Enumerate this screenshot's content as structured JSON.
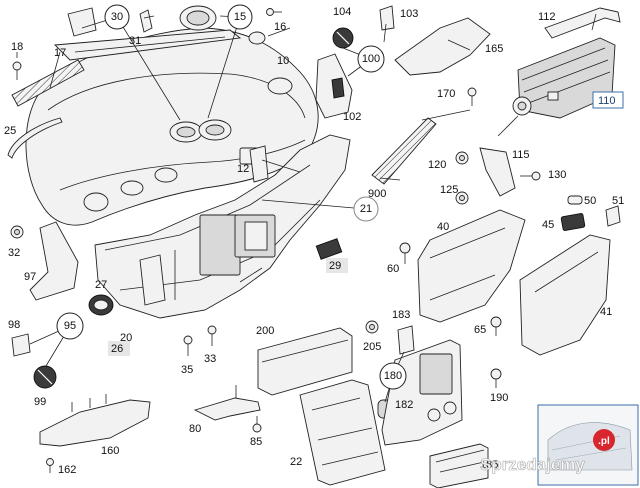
{
  "labels": {
    "l10": "10",
    "l12": "12",
    "l15": "15",
    "l16": "16",
    "l17": "17",
    "l18": "18",
    "l20": "20",
    "l21": "21",
    "l22": "22",
    "l25": "25",
    "l26": "26",
    "l27": "27",
    "l29": "29",
    "l30": "30",
    "l31": "31",
    "l32": "32",
    "l33": "33",
    "l35": "35",
    "l40": "40",
    "l41": "41",
    "l45": "45",
    "l50": "50",
    "l51": "51",
    "l60": "60",
    "l65": "65",
    "l80": "80",
    "l85": "85",
    "l95": "95",
    "l97": "97",
    "l98": "98",
    "l99": "99",
    "l100": "100",
    "l102": "102",
    "l103": "103",
    "l104": "104",
    "l110": "110",
    "l112": "112",
    "l115": "115",
    "l120": "120",
    "l125": "125",
    "l130": "130",
    "l160": "160",
    "l162": "162",
    "l165": "165",
    "l170": "170",
    "l180": "180",
    "l182": "182",
    "l183": "183",
    "l185": "185",
    "l190": "190",
    "l200": "200",
    "l205": "205",
    "l900": "900"
  },
  "watermark": "Sprzedajemy",
  "watermark_domain": ".pl",
  "colors": {
    "line": "#222222",
    "highlight_box": "#3b6ea8",
    "grey_box": "#e6e6e6",
    "watermark_badge": "#d7262e"
  }
}
